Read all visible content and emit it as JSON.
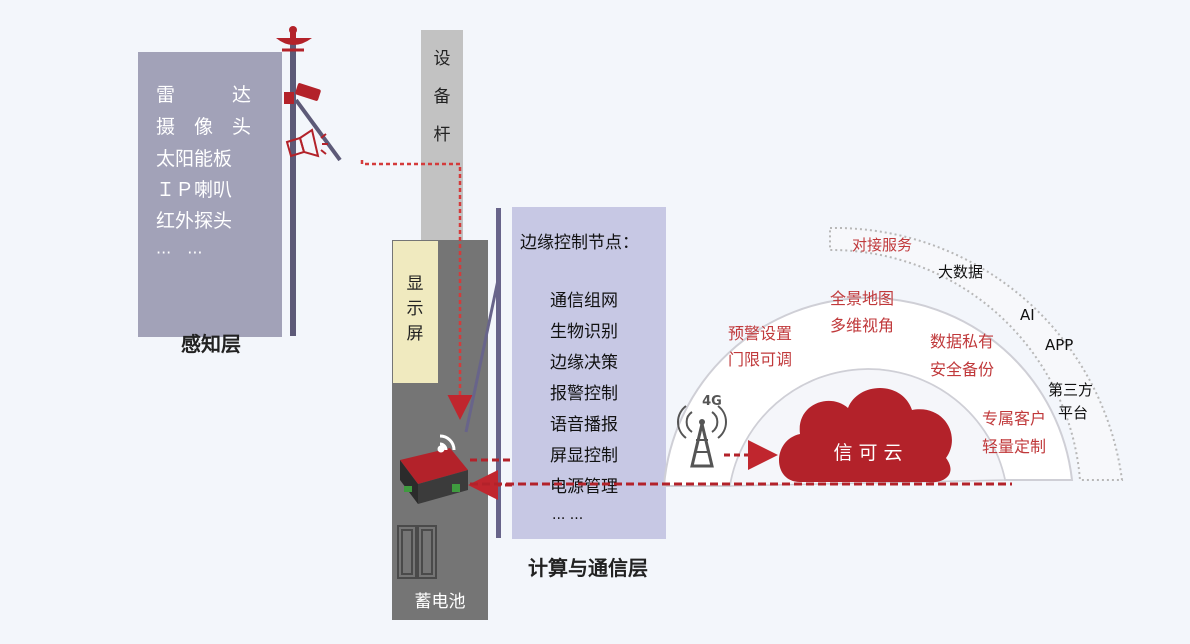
{
  "perception": {
    "items": [
      "雷　　　达",
      "摄　像　头",
      "太阳能板",
      "ＩＰ喇叭",
      "红外探头",
      "···　···"
    ],
    "title": "感知层"
  },
  "pole": {
    "label_chars": [
      "设",
      "备",
      "杆"
    ]
  },
  "display": {
    "label_chars": [
      "显",
      "示",
      "屏"
    ]
  },
  "battery": {
    "label": "蓄电池"
  },
  "edge_node": {
    "heading": "边缘控制节点：",
    "items": [
      "通信组网",
      "生物识别",
      "边缘决策",
      "报警控制",
      "语音播报",
      "屏显控制",
      "电源管理",
      "··· ···"
    ]
  },
  "layer2_title": "计算与通信层",
  "network": {
    "signal_label": "4G"
  },
  "cloud": {
    "label": "信 可 云"
  },
  "inner_ring": {
    "a1": "预警设置",
    "a2": "门限可调",
    "b1": "全景地图",
    "b2": "多维视角",
    "c1": "数据私有",
    "c2": "安全备份",
    "d1": "专属客户",
    "d2": "轻量定制"
  },
  "outer_ring": {
    "title": "对接服务",
    "items": [
      "大数据",
      "AI",
      "APP",
      "第三方",
      "平台"
    ]
  },
  "colors": {
    "accent": "#b3222a",
    "panel_gray": "#a2a2b8",
    "node_panel": "#c7c8e4",
    "label_red": "#c0393b"
  }
}
